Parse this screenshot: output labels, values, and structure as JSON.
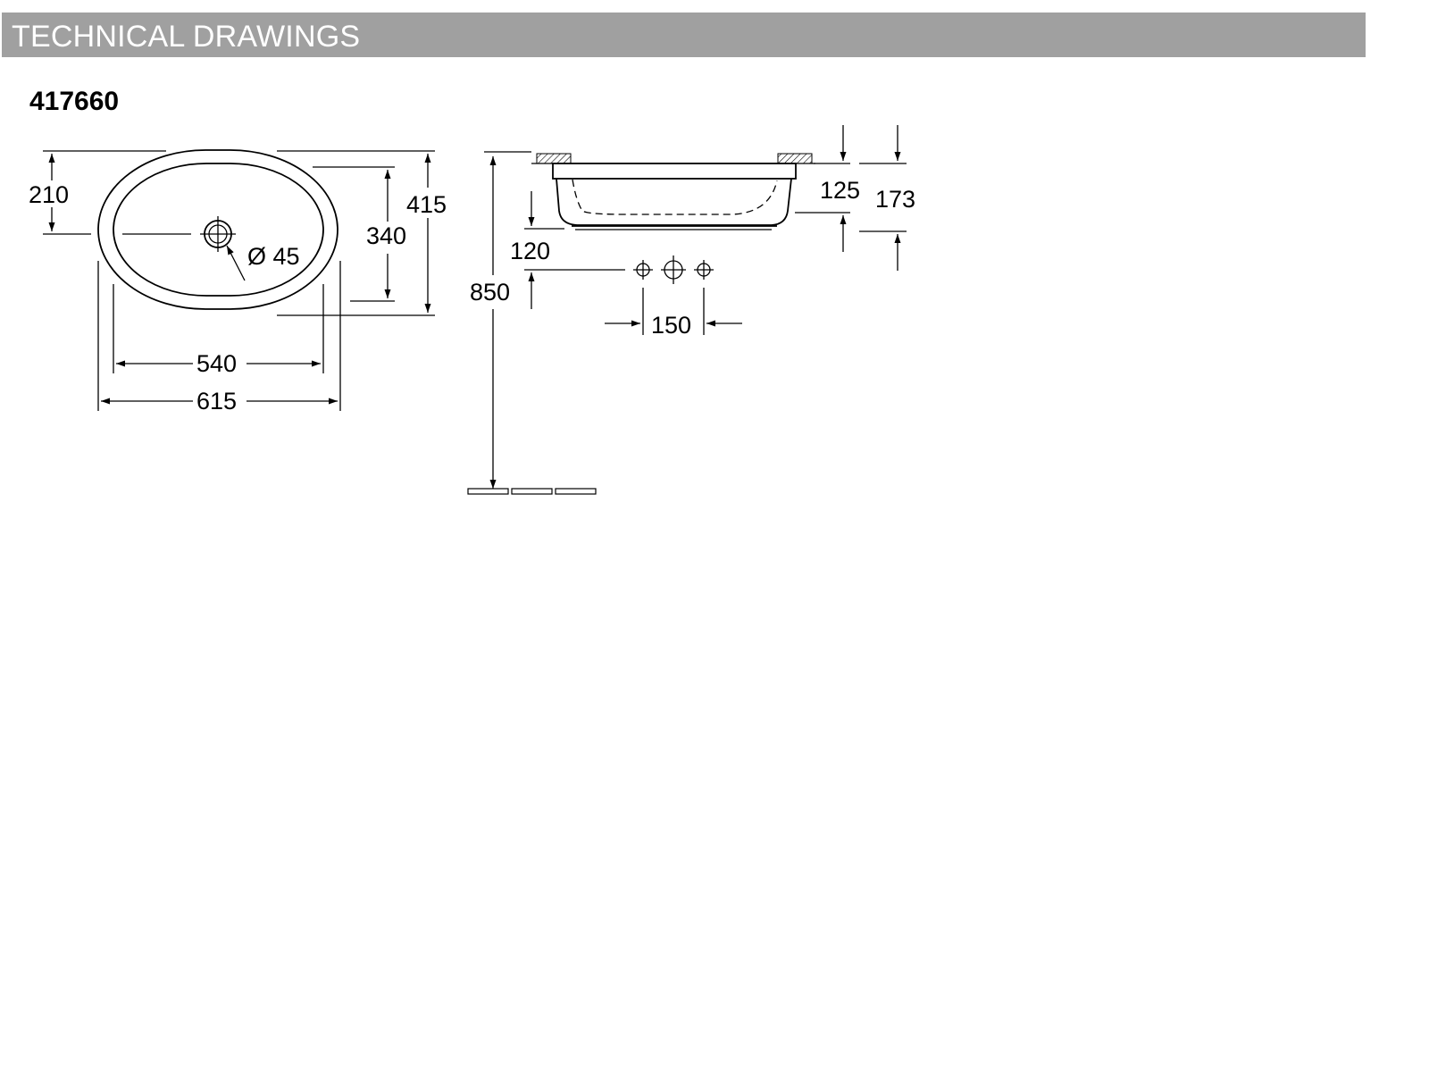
{
  "header": {
    "title": "TECHNICAL DRAWINGS"
  },
  "model": {
    "number": "417660"
  },
  "dimensions": {
    "top_view": {
      "drain_to_back": "210",
      "inner_width": "540",
      "outer_width": "615",
      "inner_depth": "340",
      "outer_depth": "415",
      "drain_diameter": "Ø 45"
    },
    "side_view": {
      "mounting_height": "850",
      "tap_height": "120",
      "tap_spacing": "150",
      "basin_height": "125",
      "overall_height": "173"
    }
  }
}
